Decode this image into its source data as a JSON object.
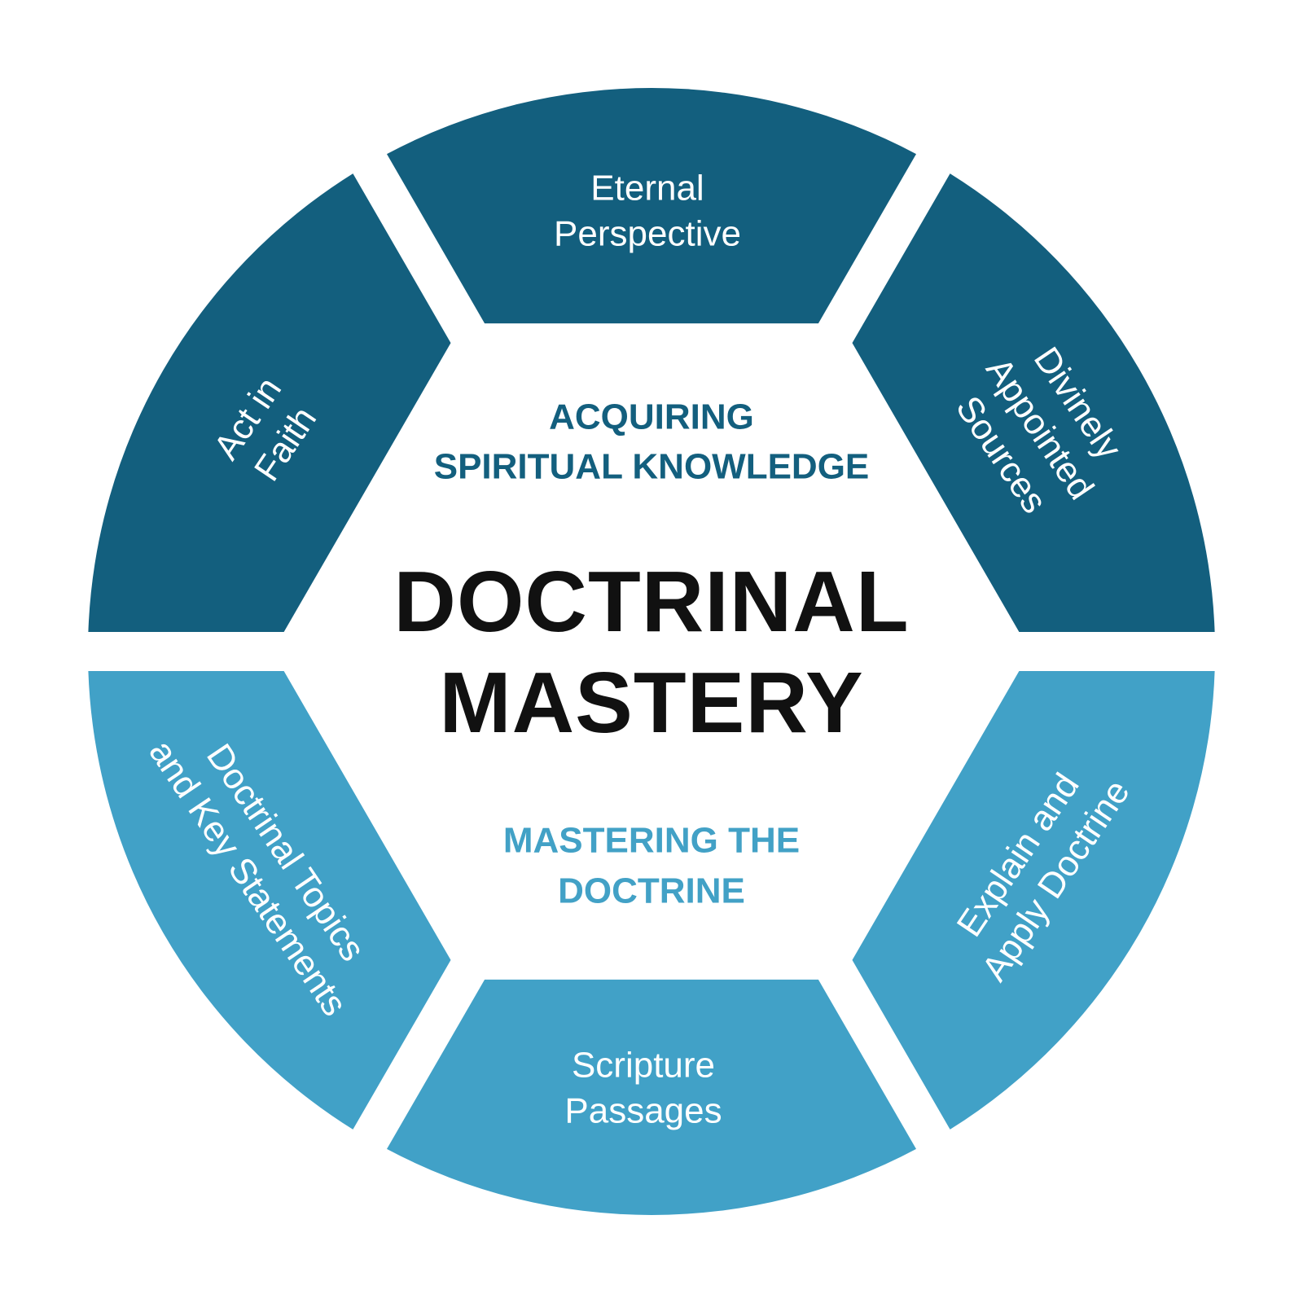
{
  "diagram": {
    "title": "DOCTRINAL\nMASTERY",
    "colors": {
      "dark_teal": "#135f7e",
      "light_blue": "#41a1c7",
      "title_black": "#111111",
      "label_white": "#ffffff",
      "background": "#ffffff"
    },
    "groups": [
      {
        "heading": "ACQUIRING\nSPIRITUAL KNOWLEDGE",
        "color": "#135f7e",
        "segments": [
          {
            "label": "Eternal\nPerspective"
          },
          {
            "label": "Divinely Appointed\nSources"
          },
          {
            "label": "Act in\nFaith"
          }
        ]
      },
      {
        "heading": "MASTERING THE\nDOCTRINE",
        "color": "#41a1c7",
        "segments": [
          {
            "label": "Explain and\nApply Doctrine"
          },
          {
            "label": "Scripture\nPassages"
          },
          {
            "label": "Doctrinal Topics\nand Key Statements"
          }
        ]
      }
    ]
  }
}
